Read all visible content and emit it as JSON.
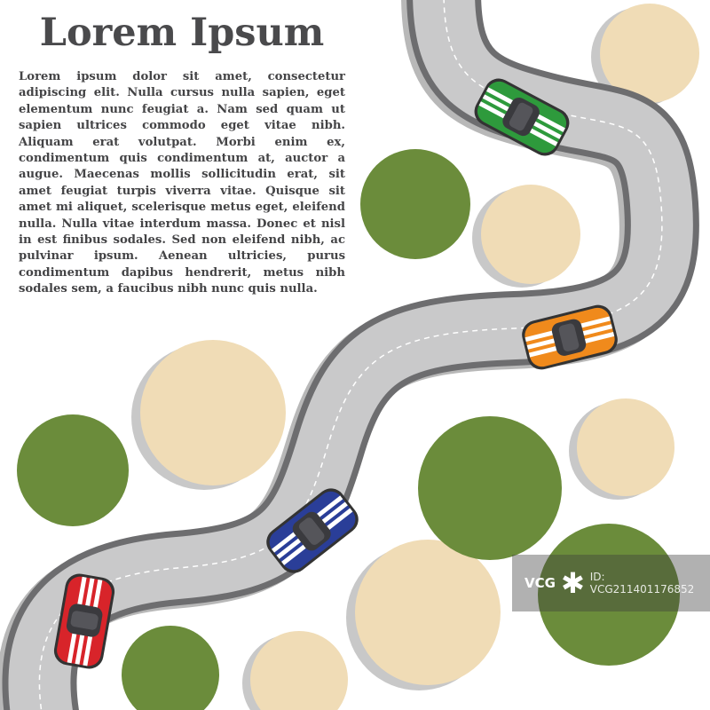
{
  "title": "Lorem Ipsum",
  "body": "Lorem ipsum dolor sit amet, consectetur adipiscing elit. Nulla cursus nulla sapien, eget elementum nunc feugiat a. Nam sed quam ut sapien ultrices commodo eget vitae nibh. Aliquam erat volutpat. Morbi enim ex, condimentum quis condimentum at, auctor a augue. Maecenas mollis sollici­tudin erat, sit amet feugiat turpis viverra vitae. Quisque sit amet mi aliquet, sceleris­que metus eget, eleifend nulla. Nulla vitae interdum massa. Donec et nisl in est finibus sodales. Sed non eleifend nibh, ac pulvinar ipsum. Aenean ultricies, purus condimen­tum dapibus hendrerit, metus nibh sodales sem, a faucibus nibh nunc quis nulla.",
  "watermark": {
    "logo": "VCG",
    "id": "ID: VCG211401176852"
  },
  "colors": {
    "road": "#c9c9ca",
    "road_edge": "#6d6d6f",
    "sand": "#f0dcb6",
    "grass": "#6b8c3b",
    "shadow": "#c4c4c4"
  },
  "cars": [
    {
      "name": "green",
      "color": "#2e9a3c"
    },
    {
      "name": "orange",
      "color": "#f08a1c"
    },
    {
      "name": "blue",
      "color": "#2a3e98"
    },
    {
      "name": "red",
      "color": "#d8242a"
    }
  ]
}
